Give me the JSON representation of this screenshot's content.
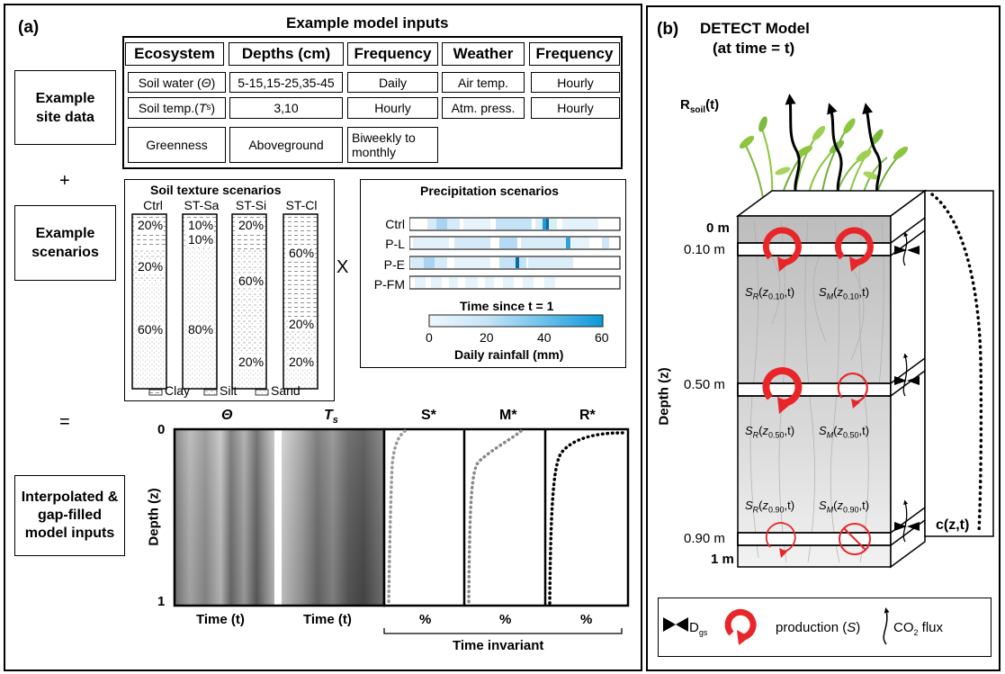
{
  "panel_a": {
    "label": "(a)",
    "title": "Example model inputs",
    "table": {
      "headers": [
        "Ecosystem",
        "Depths (cm)",
        "Frequency",
        "Weather",
        "Frequency"
      ],
      "rows": [
        [
          "Soil water (Θ)",
          "5-15,15-25,35-45",
          "Daily",
          "Air temp.",
          "Hourly"
        ],
        [
          "Soil temp.(Ts)",
          "3,10",
          "Hourly",
          "Atm. press.",
          "Hourly"
        ],
        [
          "Greenness",
          "Aboveground",
          "Biweekly to monthly",
          "",
          ""
        ]
      ]
    },
    "site_data_box": "Example site data",
    "plus": "+",
    "scenarios_box": "Example scenarios",
    "times": "X",
    "equals": "=",
    "interp_box": "Interpolated & gap-filled model inputs",
    "soil_texture": {
      "title": "Soil texture scenarios",
      "columns": [
        {
          "name": "Ctrl",
          "labels": [
            "20%",
            "20%",
            "60%"
          ]
        },
        {
          "name": "ST-Sa",
          "labels": [
            "10%",
            "10%",
            "80%"
          ]
        },
        {
          "name": "ST-Si",
          "labels": [
            "20%",
            "60%",
            "20%"
          ]
        },
        {
          "name": "ST-Cl",
          "labels": [
            "60%",
            "20%",
            "20%"
          ]
        }
      ],
      "legend": [
        "Clay",
        "Silt",
        "Sand"
      ]
    },
    "precipitation": {
      "title": "Precipitation scenarios",
      "rows": [
        "Ctrl",
        "P-L",
        "P-E",
        "P-FM"
      ],
      "time_label": "Time since t = 1",
      "colorbar_ticks": [
        "0",
        "20",
        "40",
        "60"
      ],
      "colorbar_label": "Daily rainfall (mm)"
    },
    "profiles": {
      "top_tick": "0",
      "bottom_tick": "1",
      "ylabel": "Depth (z)",
      "columns": [
        {
          "title": "Θ",
          "xlabel": "Time (t)"
        },
        {
          "title": "Ts",
          "xlabel": "Time (t)"
        },
        {
          "title": "S*",
          "xlabel": "%"
        },
        {
          "title": "M*",
          "xlabel": "%"
        },
        {
          "title": "R*",
          "xlabel": "%"
        }
      ],
      "bracket_label": "Time invariant"
    }
  },
  "panel_b": {
    "label": "(b)",
    "title_line1": "DETECT Model",
    "title_line2": "(at time = t)",
    "rsoil": "R",
    "rsoil_sub": "soil",
    "rsoil_suffix": "(t)",
    "depths": [
      "0 m",
      "0.10 m",
      "0.50 m",
      "0.90 m",
      "1 m"
    ],
    "depth_axis": "Depth (z)",
    "layer_labels": [
      [
        "S_R(z_0.10,t)",
        "S_M(z_0.10,t)"
      ],
      [
        "S_R(z_0.50,t)",
        "S_M(z_0.50,t)"
      ],
      [
        "S_R(z_0.90,t)",
        "S_M(z_0.90,t)"
      ]
    ],
    "czt": "c(z,t)",
    "legend": {
      "dgs": "D",
      "dgs_sub": "gs",
      "production": "production (S)",
      "co2": "CO",
      "co2_sub": "2",
      "co2_suffix": " flux"
    },
    "colors": {
      "production": "#e8262a",
      "plant": "#7dbb3c"
    }
  }
}
